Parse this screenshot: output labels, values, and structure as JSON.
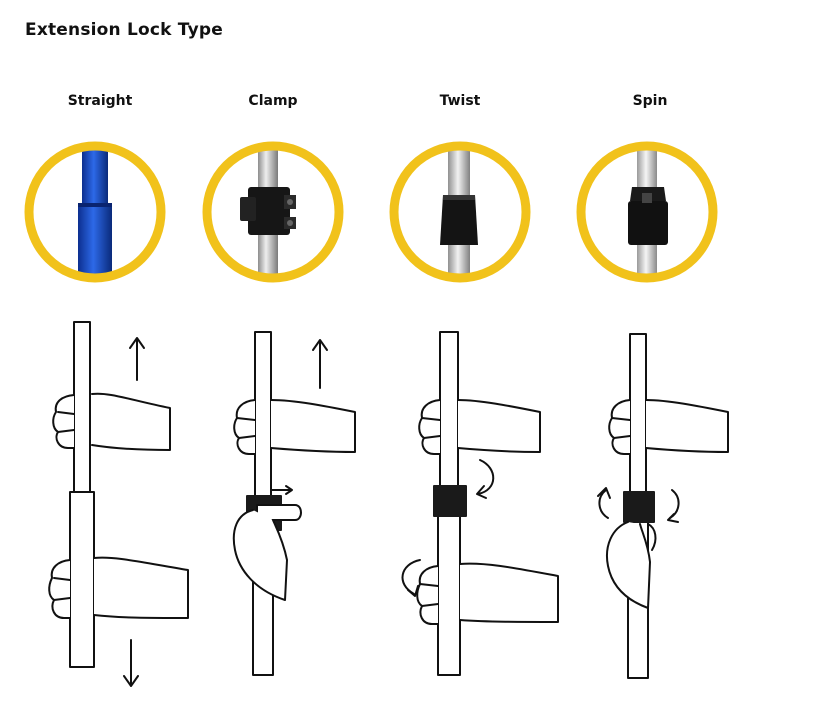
{
  "title": "Extension Lock Type",
  "types": [
    {
      "label": "Straight",
      "pole_color": "#1f4fd1",
      "icon": "straight-lock-icon"
    },
    {
      "label": "Clamp",
      "pole_color": "#c9c9c9",
      "icon": "clamp-lock-icon"
    },
    {
      "label": "Twist",
      "pole_color": "#cfcfcf",
      "icon": "twist-lock-icon"
    },
    {
      "label": "Spin",
      "pole_color": "#d8d8d8",
      "icon": "spin-lock-icon"
    }
  ],
  "colors": {
    "ring": "#f1c21b",
    "lock": "#1a1a1a",
    "line": "#111111"
  }
}
